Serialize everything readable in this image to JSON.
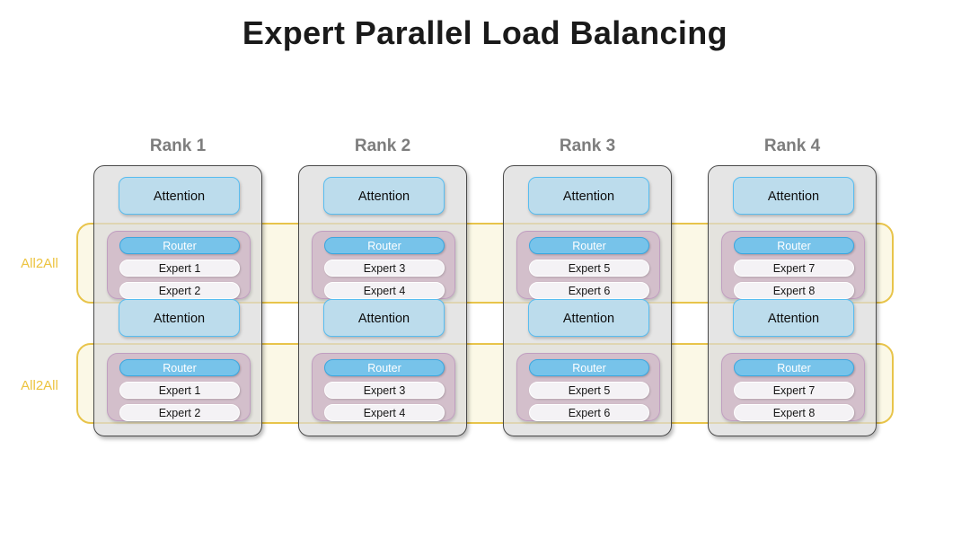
{
  "title": "Expert Parallel Load Balancing",
  "colors": {
    "title_text": "#1a1a1a",
    "rank_label": "#7d7d7d",
    "all2all_text": "#ecc33f",
    "all2all_band_fill": "#fbf8e6",
    "all2all_band_border": "#e8c44a",
    "rank_box_fill": "#dbdbdb",
    "rank_box_border": "#4a4a4a",
    "attention_fill": "#bcdcec",
    "attention_border": "#59bdf0",
    "moe_fill": "#ccb2c3",
    "moe_border": "#c09ec0",
    "router_fill": "#77c3ea",
    "router_border": "#3aa7e0",
    "router_text": "#ffffff",
    "expert_fill": "#f4f2f5",
    "expert_text": "#151515"
  },
  "all2all_bands": [
    {
      "label": "All2All"
    },
    {
      "label": "All2All"
    }
  ],
  "ranks": [
    {
      "title": "Rank 1",
      "layers": [
        {
          "attention": "Attention",
          "router": "Router",
          "experts": [
            "Expert 1",
            "Expert 2"
          ]
        },
        {
          "attention": "Attention",
          "router": "Router",
          "experts": [
            "Expert 1",
            "Expert 2"
          ]
        }
      ]
    },
    {
      "title": "Rank 2",
      "layers": [
        {
          "attention": "Attention",
          "router": "Router",
          "experts": [
            "Expert 3",
            "Expert 4"
          ]
        },
        {
          "attention": "Attention",
          "router": "Router",
          "experts": [
            "Expert 3",
            "Expert 4"
          ]
        }
      ]
    },
    {
      "title": "Rank 3",
      "layers": [
        {
          "attention": "Attention",
          "router": "Router",
          "experts": [
            "Expert 5",
            "Expert 6"
          ]
        },
        {
          "attention": "Attention",
          "router": "Router",
          "experts": [
            "Expert 5",
            "Expert 6"
          ]
        }
      ]
    },
    {
      "title": "Rank 4",
      "layers": [
        {
          "attention": "Attention",
          "router": "Router",
          "experts": [
            "Expert 7",
            "Expert 8"
          ]
        },
        {
          "attention": "Attention",
          "router": "Router",
          "experts": [
            "Expert 7",
            "Expert 8"
          ]
        }
      ]
    }
  ]
}
